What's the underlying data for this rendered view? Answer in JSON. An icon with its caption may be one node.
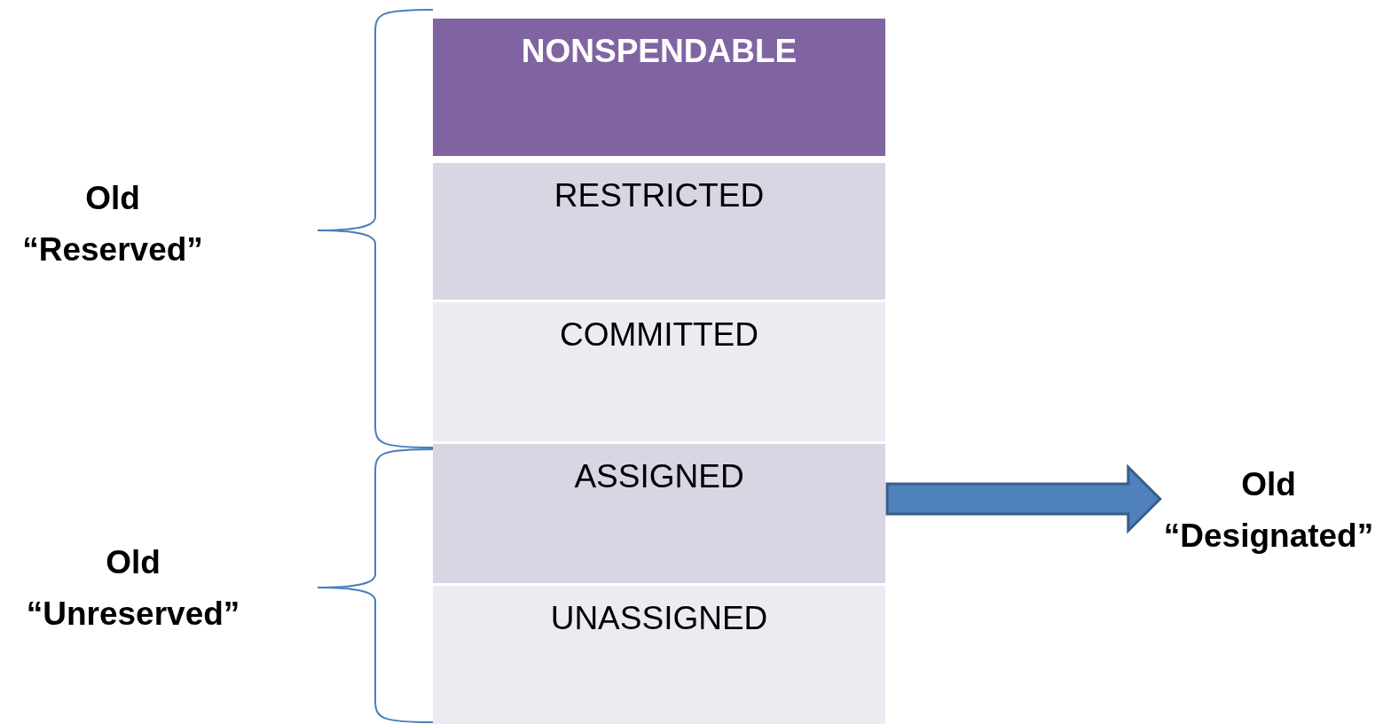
{
  "diagram": {
    "nodes": [
      {
        "text": [
          "NONSPENDABLE"
        ]
      },
      {
        "text": [
          "RESTRICTED"
        ]
      },
      {
        "text": [
          "COMMITTED"
        ]
      },
      {
        "text": [
          "ASSIGNED"
        ]
      },
      {
        "text": [
          "UNASSIGNED"
        ]
      },
      {
        "text": [
          "Old “Designated”"
        ]
      }
    ],
    "edges": [
      {
        "from": 3,
        "to": 5,
        "arrow": "to"
      }
    ],
    "labels": [
      "Old “Reserved”",
      "Old “Unreserved”"
    ]
  }
}
